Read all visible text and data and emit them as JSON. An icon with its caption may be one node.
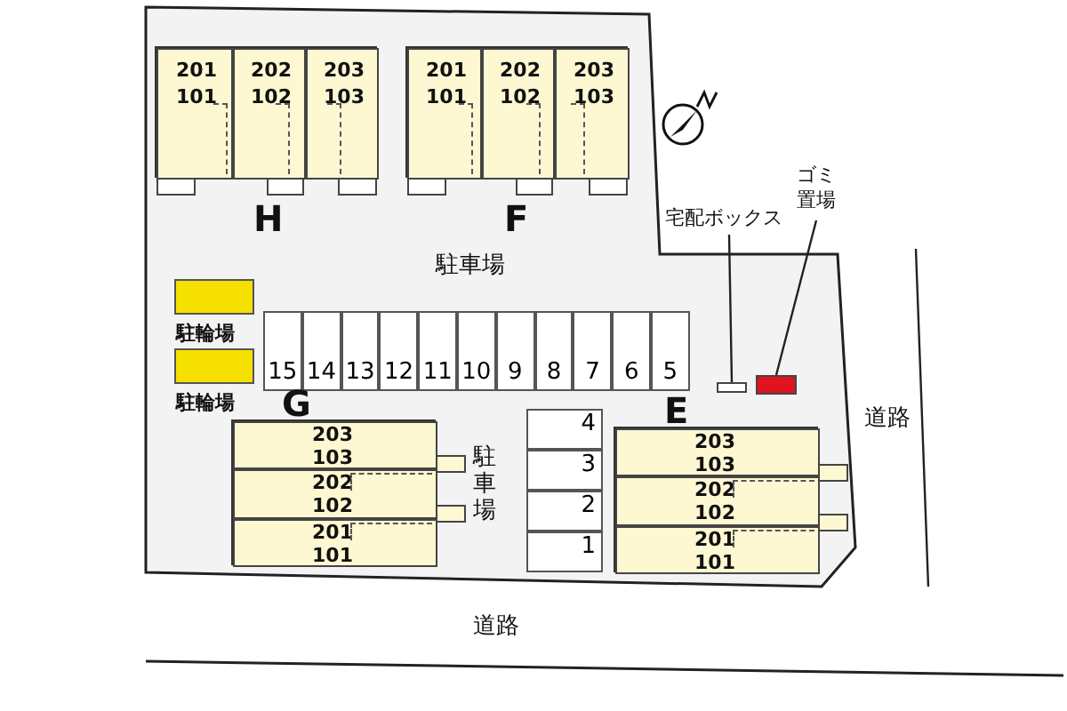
{
  "diagram": {
    "nodes": [
      {
        "text": [
          "H"
        ]
      },
      {
        "text": [
          "201 101"
        ],
        "in": 0
      },
      {
        "text": [
          "202 102"
        ],
        "in": 0
      },
      {
        "text": [
          "203 103"
        ],
        "in": 0
      },
      {
        "text": [
          "F"
        ]
      },
      {
        "text": [
          "201 101"
        ],
        "in": 4
      },
      {
        "text": [
          "202 102"
        ],
        "in": 4
      },
      {
        "text": [
          "203 103"
        ],
        "in": 4
      },
      {
        "text": [
          "宅配ボックス"
        ]
      },
      {
        "text": [
          "ゴミ置場"
        ]
      },
      {
        "text": [
          "駐輪場"
        ]
      },
      {
        "text": [
          "駐輪場"
        ]
      },
      {
        "text": [
          "15"
        ]
      },
      {
        "text": [
          "14"
        ]
      },
      {
        "text": [
          "13"
        ]
      },
      {
        "text": [
          "12"
        ]
      },
      {
        "text": [
          "11"
        ]
      },
      {
        "text": [
          "10"
        ]
      },
      {
        "text": [
          "9"
        ]
      },
      {
        "text": [
          "8"
        ]
      },
      {
        "text": [
          "7"
        ]
      },
      {
        "text": [
          "6"
        ]
      },
      {
        "text": [
          "5"
        ]
      },
      {
        "text": [],
        "shape": "box"
      },
      {
        "text": [],
        "shape": "box"
      },
      {
        "text": [
          "G"
        ]
      },
      {
        "text": [
          "203 103"
        ],
        "in": 25
      },
      {
        "text": [
          "202 102"
        ],
        "in": 25
      },
      {
        "text": [
          "201 101"
        ],
        "in": 25
      },
      {
        "text": [
          "4"
        ]
      },
      {
        "text": [
          "3"
        ]
      },
      {
        "text": [
          "2"
        ]
      },
      {
        "text": [
          "1"
        ]
      },
      {
        "text": [
          "E"
        ]
      },
      {
        "text": [
          "203 103"
        ],
        "in": 33
      },
      {
        "text": [
          "202 102"
        ],
        "in": 33
      },
      {
        "text": [
          "201 101"
        ],
        "in": 33
      }
    ],
    "edges": [
      {
        "from": 8,
        "to": 23,
        "arrow": "none"
      },
      {
        "from": 9,
        "to": 24,
        "arrow": "none"
      }
    ],
    "labels": [
      "駐車場",
      "駐車場",
      "道路",
      "道路"
    ]
  }
}
